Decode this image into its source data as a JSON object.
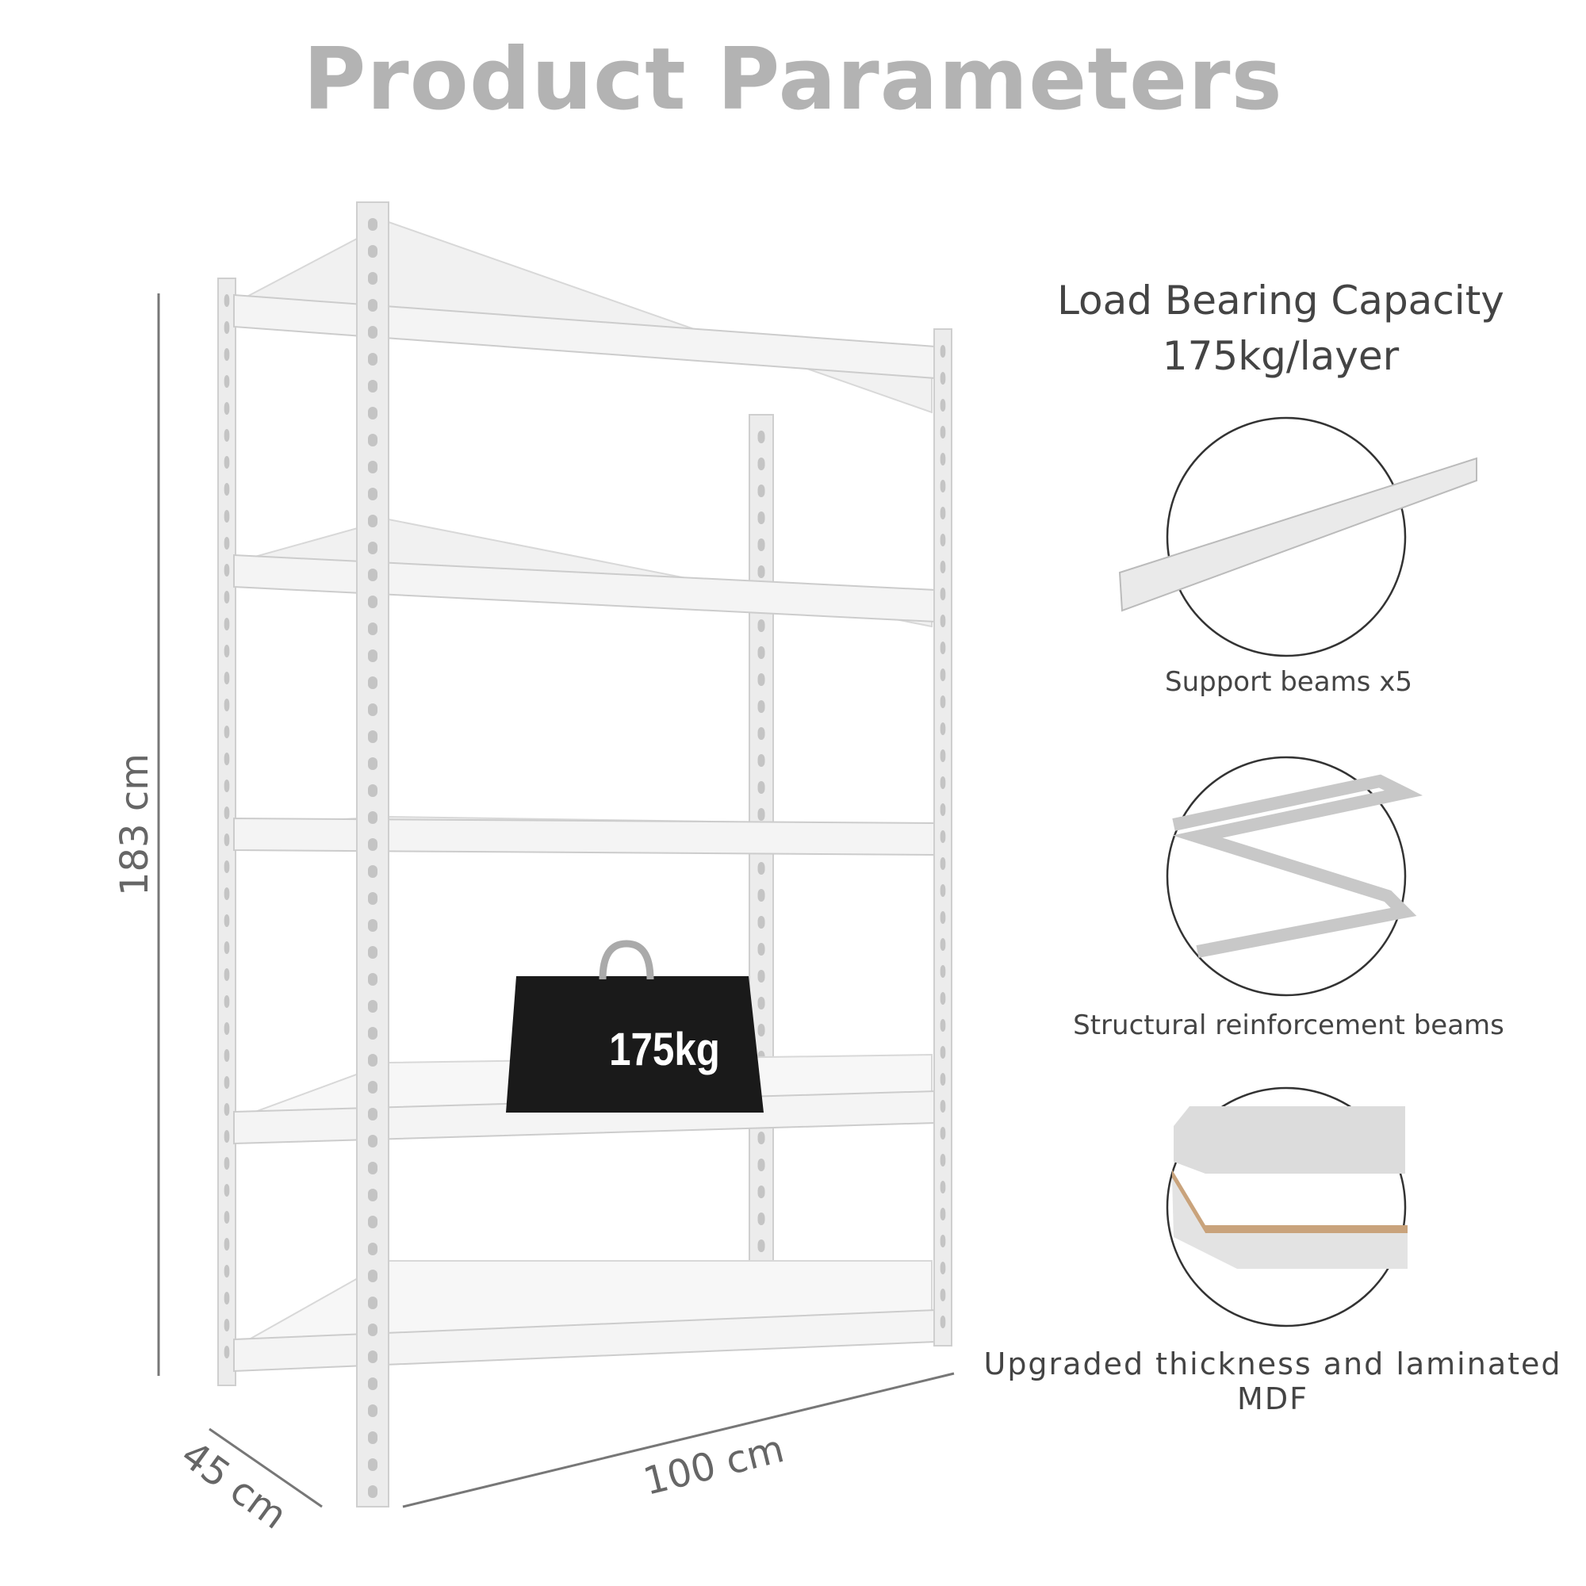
{
  "title": "Product Parameters",
  "load_capacity": {
    "line1": "Load Bearing Capacity",
    "line2": "175kg/layer"
  },
  "features": [
    {
      "label": "Support beams x5",
      "icon": "support-beam-icon"
    },
    {
      "label": "Structural reinforcement beams",
      "icon": "reinforcement-frame-icon"
    },
    {
      "label": "Upgraded thickness and laminated MDF",
      "icon": "mdf-board-icon"
    }
  ],
  "dimensions": {
    "height": "183 cm",
    "depth": "45 cm",
    "width": "100 cm"
  },
  "weight_label": "175kg",
  "shelf_count": 5,
  "colors": {
    "title": "#b3b3b3",
    "text": "#444444",
    "frame": "#e6e6e6",
    "weight": "#1a1a1a"
  }
}
